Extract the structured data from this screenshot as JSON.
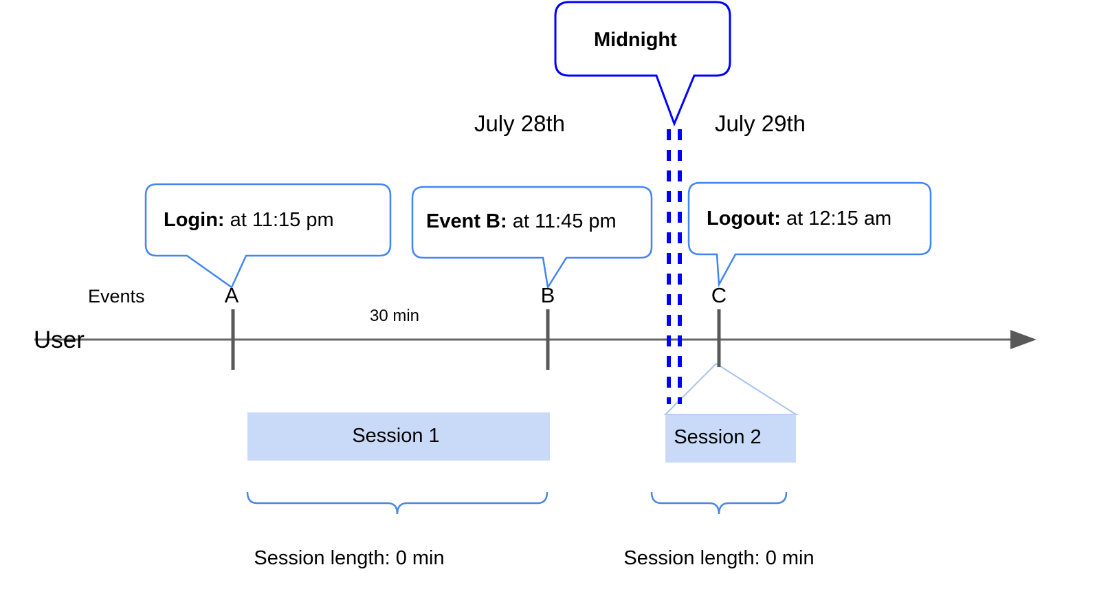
{
  "diagram": {
    "title_callout": {
      "label": "Midnight",
      "border_color": "#0000ff"
    },
    "dates": [
      {
        "label": "July 28th"
      },
      {
        "label": "July 29th"
      }
    ],
    "event_callouts": [
      {
        "lead": "Login:",
        "detail": " at 11:15 pm",
        "border_color": "#4285f4"
      },
      {
        "lead": "Event B:",
        "detail": " at 11:45 pm",
        "border_color": "#4285f4"
      },
      {
        "lead": "Logout:",
        "detail": " at 12:15 am",
        "border_color": "#4285f4"
      }
    ],
    "row_labels": {
      "events": "Events",
      "user": "User"
    },
    "event_markers": [
      {
        "letter": "A"
      },
      {
        "letter": "B"
      },
      {
        "letter": "C"
      }
    ],
    "interval_label": "30 min",
    "sessions": [
      {
        "label": "Session 1",
        "length_label": "Session length: 0 min"
      },
      {
        "label": "Session 2",
        "length_label": "Session length: 0 min"
      }
    ],
    "colors": {
      "session_fill": "#c9daf8",
      "session_connector": "#a4c2f4",
      "axis": "#666666",
      "tick": "#595959",
      "brace": "#4a86e8",
      "midnight_line": "#0000ff",
      "callout_border": "#4285f4"
    }
  }
}
